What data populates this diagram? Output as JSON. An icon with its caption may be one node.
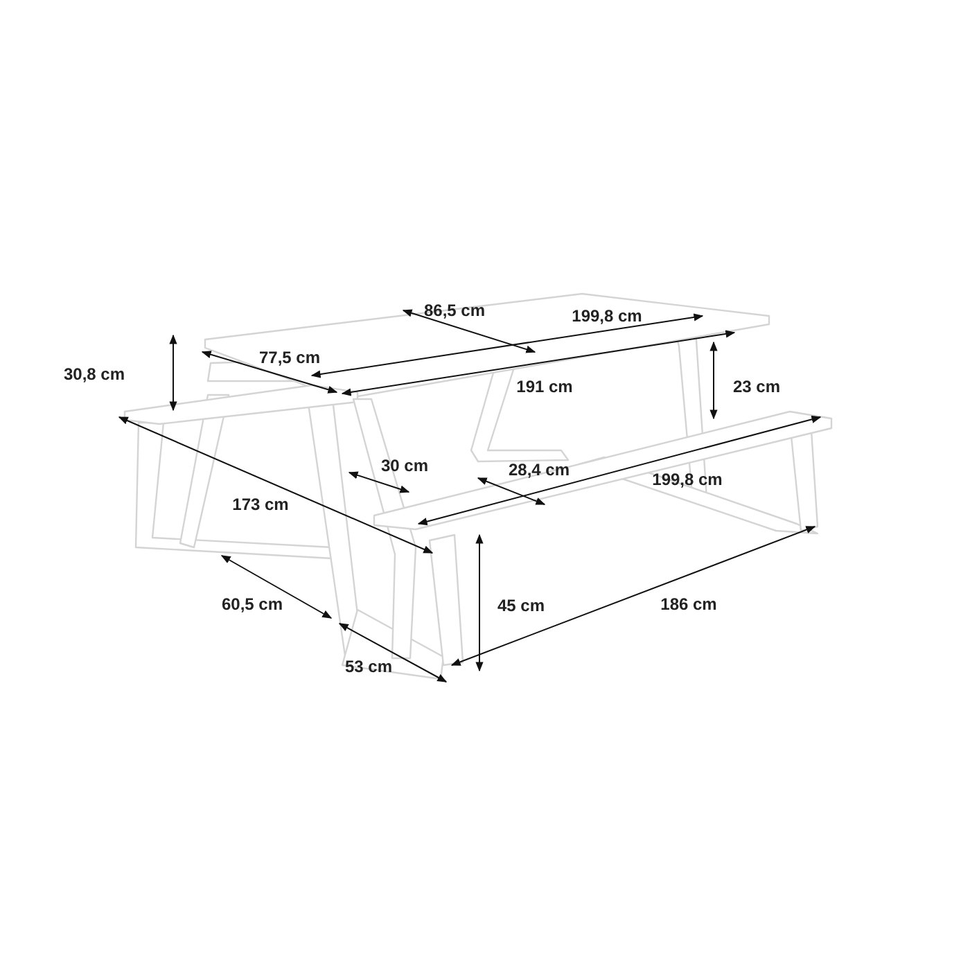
{
  "diagram": {
    "labels": [
      "86,5 cm",
      "199,8 cm",
      "77,5 cm",
      "30,8 cm",
      "191 cm",
      "23 cm",
      "30 cm",
      "28,4 cm",
      "199,8 cm",
      "173 cm",
      "60,5 cm",
      "45 cm",
      "186 cm",
      "53 cm"
    ]
  }
}
